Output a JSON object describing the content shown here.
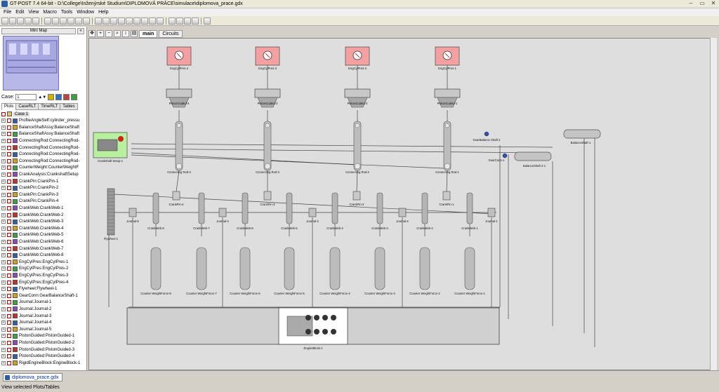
{
  "window": {
    "title": "GT-POST 7.4 64-bit - D:\\College\\Inženýrské Studium\\DIPLOMOVÁ PRÁCE\\simulace\\diplomova_prace.gdx"
  },
  "menu": [
    "File",
    "Edit",
    "View",
    "Macro",
    "Tools",
    "Window",
    "Help"
  ],
  "minimap": {
    "label": "Mini Map"
  },
  "case": {
    "label": "Case:",
    "value": "1"
  },
  "tabs": [
    "Plots",
    "CaseRLT",
    "TimeRLT",
    "Tables"
  ],
  "tree_root": "Case 1",
  "tree": [
    "ProfileAngleSelf:cylinder_pressu",
    "BalanceShaftAssy:BalanceShaft",
    "BalanceShaftAssy:BalanceShaft",
    "ConnectingRod:ConnectingRod-",
    "ConnectingRod:ConnectingRod-",
    "ConnectingRod:ConnectingRod-",
    "ConnectingRod:ConnectingRod-",
    "CounterWeight:CounterWeightF",
    "CrankAnalysis:CrankshaftSetup",
    "CrankPin:CrankPin-1",
    "CrankPin:CrankPin-2",
    "CrankPin:CrankPin-3",
    "CrankPin:CrankPin-4",
    "CrankWeb:CrankWeb-1",
    "CrankWeb:CrankWeb-2",
    "CrankWeb:CrankWeb-3",
    "CrankWeb:CrankWeb-4",
    "CrankWeb:CrankWeb-5",
    "CrankWeb:CrankWeb-6",
    "CrankWeb:CrankWeb-7",
    "CrankWeb:CrankWeb-8",
    "EngCylPres:EngCylPres-1",
    "EngCylPres:EngCylPres-2",
    "EngCylPres:EngCylPres-3",
    "EngCylPres:EngCylPres-4",
    "Flywheel:Flywheel-1",
    "GearConn:GearBalanceShaft-1",
    "Journal:Journal-1",
    "Journal:Journal-2",
    "Journal:Journal-3",
    "Journal:Journal-4",
    "Journal:Journal-5",
    "PistonGuided:PistonGuided-1",
    "PistonGuided:PistonGuided-2",
    "PistonGuided:PistonGuided-3",
    "PistonGuided:PistonGuided-4",
    "RigidEngineBlock:EngineBlock-1"
  ],
  "canvas_tabs": {
    "main": "main",
    "circuits": "Circuits"
  },
  "diagram": {
    "cyl_labels": [
      "EngCylPres-4",
      "EngCylPres-3",
      "EngCylPres-2",
      "EngCylPres-1"
    ],
    "piston_labels": [
      "PistonGuided-4",
      "PistonGuided-3",
      "PistonGuided-2",
      "PistonGuided-1"
    ],
    "rod_labels": [
      "Connecting Rod-4",
      "Connecting Rod-3",
      "Connecting Rod-2",
      "Connecting Rod-1"
    ],
    "pin_labels": [
      "CrankPin-4",
      "CrankPin-3",
      "CrankPin-2",
      "CrankPin-1"
    ],
    "web_labels": [
      "CrankWeb-8",
      "CrankWeb-7",
      "CrankWeb-6",
      "CrankWeb-5",
      "CrankWeb-4",
      "CrankWeb-3",
      "CrankWeb-2",
      "CrankWeb-1"
    ],
    "journal_labels": [
      "Journal-5",
      "Journal-4",
      "Journal-3",
      "Journal-2",
      "Journal-1"
    ],
    "cw_labels": [
      "Counter WeightForce-8",
      "Counter WeightForce-7",
      "Counter WeightForce-6",
      "Counter WeightForce-5",
      "Counter WeightForce-4",
      "Counter WeightForce-3",
      "Counter WeightForce-2",
      "Counter WeightForce-1"
    ],
    "crankshaft_label": "Crankshaft Setup-1",
    "flywheel_label": "Flywheel-1",
    "gearbal_label": "GearBalance Shaft-1",
    "gearconn_label": "GearConn-1",
    "bal1_label": "BalanceShaft-1",
    "bal2_label": "BalanceShaft 2-1",
    "engineblock_label": "EngineBlock-1"
  },
  "bottom": {
    "file_tab": "diplomova_prace.gdx"
  },
  "status": "View selected Plots/Tables"
}
